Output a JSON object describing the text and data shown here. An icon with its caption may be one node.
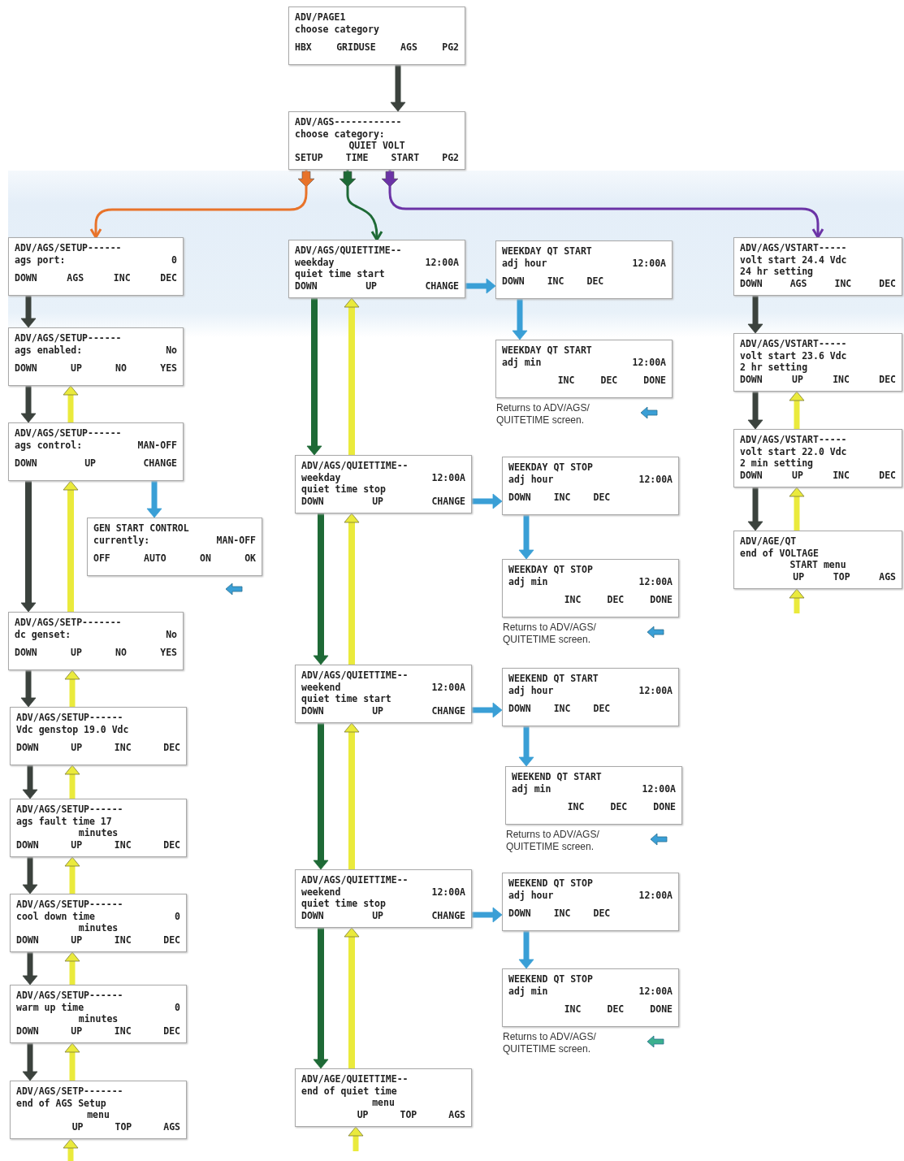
{
  "diagram": {
    "nodes": [
      {
        "text": [
          "ADV/PAGE1",
          "choose category",
          "HBX GRIDUSE AGS PG2"
        ]
      },
      {
        "text": [
          "ADV/AGS------------",
          "choose category:",
          "QUIET VOLT",
          "SETUP TIME START PG2"
        ]
      },
      {
        "text": [
          "ADV/AGS/SETUP------",
          "ags port:",
          "0",
          "DOWN AGS INC DEC"
        ]
      },
      {
        "text": [
          "ADV/AGS/SETUP------",
          "ags enabled:",
          "No",
          "DOWN UP NO YES"
        ]
      },
      {
        "text": [
          "ADV/AGS/SETUP------",
          "ags control:",
          "MAN-OFF",
          "DOWN UP CHANGE"
        ]
      },
      {
        "text": [
          "GEN START CONTROL",
          "currently:",
          "MAN-OFF",
          "OFF AUTO ON OK"
        ]
      },
      {
        "text": [
          "ADV/AGS/SETP-------",
          "dc genset:",
          "No",
          "DOWN UP NO YES"
        ]
      },
      {
        "text": [
          "ADV/AGS/SETUP------",
          "Vdc genstop 19.0 Vdc",
          "DOWN UP INC DEC"
        ]
      },
      {
        "text": [
          "ADV/AGS/SETUP------",
          "ags fault time 17",
          "minutes",
          "DOWN UP INC DEC"
        ]
      },
      {
        "text": [
          "ADV/AGS/SETUP------",
          "cool down time",
          "0",
          "minutes",
          "DOWN UP INC DEC"
        ]
      },
      {
        "text": [
          "ADV/AGS/SETUP------",
          "warm up time",
          "0",
          "minutes",
          "DOWN UP INC DEC"
        ]
      },
      {
        "text": [
          "ADV/AGS/SETP-------",
          "end of AGS Setup",
          "menu",
          "UP TOP AGS"
        ]
      },
      {
        "text": [
          "ADV/AGS/QUIETTIME--",
          "weekday",
          "12:00A",
          "quiet time start",
          "DOWN UP CHANGE"
        ]
      },
      {
        "text": [
          "ADV/AGS/QUIETTIME--",
          "weekday",
          "12:00A",
          "quiet time stop",
          "DOWN UP CHANGE"
        ]
      },
      {
        "text": [
          "ADV/AGS/QUIETTIME--",
          "weekend",
          "12:00A",
          "quiet time start",
          "DOWN UP CHANGE"
        ]
      },
      {
        "text": [
          "ADV/AGS/QUIETTIME--",
          "weekend",
          "12:00A",
          "quiet time stop",
          "DOWN UP CHANGE"
        ]
      },
      {
        "text": [
          "ADV/AGE/QUIETTIME--",
          "end of quiet time",
          "menu",
          "UP TOP AGS"
        ]
      },
      {
        "text": [
          "WEEKDAY QT START",
          "adj hour",
          "12:00A",
          "DOWN INC DEC"
        ]
      },
      {
        "text": [
          "WEEKDAY QT START",
          "adj min",
          "12:00A",
          "INC DEC DONE"
        ],
        "beside": [
          "Returns to ADV/AGS/ QUITETIME screen."
        ]
      },
      {
        "text": [
          "WEEKDAY QT STOP",
          "adj hour",
          "12:00A",
          "DOWN INC DEC"
        ]
      },
      {
        "text": [
          "WEEKDAY QT STOP",
          "adj min",
          "12:00A",
          "INC DEC DONE"
        ],
        "beside": [
          "Returns to ADV/AGS/ QUITETIME screen."
        ]
      },
      {
        "text": [
          "WEEKEND QT START",
          "adj hour",
          "12:00A",
          "DOWN INC DEC"
        ]
      },
      {
        "text": [
          "WEEKEND QT START",
          "adj min",
          "12:00A",
          "INC DEC DONE"
        ],
        "beside": [
          "Returns to ADV/AGS/ QUITETIME screen."
        ]
      },
      {
        "text": [
          "WEEKEND QT STOP",
          "adj hour",
          "12:00A",
          "DOWN INC DEC"
        ]
      },
      {
        "text": [
          "WEEKEND QT STOP",
          "adj min",
          "12:00A",
          "INC DEC DONE"
        ],
        "beside": [
          "Returns to ADV/AGS/ QUITETIME screen."
        ]
      },
      {
        "text": [
          "ADV/AGS/VSTART-----",
          "volt start 24.4 Vdc",
          "24 hr setting",
          "DOWN AGS INC DEC"
        ]
      },
      {
        "text": [
          "ADV/AGS/VSTART-----",
          "volt start 23.6 Vdc",
          "2 hr setting",
          "DOWN UP INC DEC"
        ]
      },
      {
        "text": [
          "ADV/AGS/VSTART-----",
          "volt start 22.0 Vdc",
          "2 min setting",
          "DOWN UP INC DEC"
        ]
      },
      {
        "text": [
          "ADV/AGE/QT",
          "end of VOLTAGE",
          "START menu",
          "UP TOP AGS"
        ]
      }
    ],
    "edges": [
      {
        "from": 0,
        "to": 1,
        "arrow": "to",
        "color": "#3b423d"
      },
      {
        "from": 1,
        "to": 2,
        "arrow": "to",
        "color": "#e8732a"
      },
      {
        "from": 1,
        "to": 12,
        "arrow": "to",
        "color": "#1e6a36"
      },
      {
        "from": 1,
        "to": 25,
        "arrow": "to",
        "color": "#6b33a6"
      },
      {
        "from": 2,
        "to": 3,
        "arrow": "to",
        "color": "#3b423d"
      },
      {
        "from": 3,
        "to": 4,
        "arrow": "to",
        "color": "#3b423d"
      },
      {
        "from": 4,
        "to": 3,
        "arrow": "to"
      },
      {
        "from": 4,
        "to": 5,
        "arrow": "to",
        "color": "#3a9fd6"
      },
      {
        "from": 4,
        "to": 6,
        "arrow": "to",
        "color": "#3b423d"
      },
      {
        "from": 6,
        "to": 4,
        "arrow": "to"
      },
      {
        "from": 6,
        "to": 7,
        "arrow": "to",
        "color": "#3b423d"
      },
      {
        "from": 7,
        "to": 6,
        "arrow": "to"
      },
      {
        "from": 7,
        "to": 8,
        "arrow": "to",
        "color": "#3b423d"
      },
      {
        "from": 8,
        "to": 7,
        "arrow": "to"
      },
      {
        "from": 8,
        "to": 9,
        "arrow": "to",
        "color": "#3b423d"
      },
      {
        "from": 9,
        "to": 8,
        "arrow": "to"
      },
      {
        "from": 9,
        "to": 10,
        "arrow": "to",
        "color": "#3b423d"
      },
      {
        "from": 10,
        "to": 9,
        "arrow": "to"
      },
      {
        "from": 10,
        "to": 11,
        "arrow": "to",
        "color": "#3b423d"
      },
      {
        "from": 11,
        "to": 10,
        "arrow": "to"
      },
      {
        "from": null,
        "to": 11,
        "arrow": "to"
      },
      {
        "from": 12,
        "to": 13,
        "arrow": "to",
        "color": "#1e6a36"
      },
      {
        "from": 13,
        "to": 12,
        "arrow": "to"
      },
      {
        "from": 12,
        "to": 17,
        "arrow": "to",
        "color": "#3a9fd6"
      },
      {
        "from": 13,
        "to": 14,
        "arrow": "to",
        "color": "#1e6a36"
      },
      {
        "from": 14,
        "to": 13,
        "arrow": "to"
      },
      {
        "from": 13,
        "to": 19,
        "arrow": "to",
        "color": "#3a9fd6"
      },
      {
        "from": 14,
        "to": 15,
        "arrow": "to",
        "color": "#1e6a36"
      },
      {
        "from": 15,
        "to": 14,
        "arrow": "to"
      },
      {
        "from": 14,
        "to": 21,
        "arrow": "to",
        "color": "#3a9fd6"
      },
      {
        "from": 15,
        "to": 16,
        "arrow": "to",
        "color": "#1e6a36"
      },
      {
        "from": 16,
        "to": 15,
        "arrow": "to"
      },
      {
        "from": 15,
        "to": 23,
        "arrow": "to",
        "color": "#3a9fd6"
      },
      {
        "from": null,
        "to": 16,
        "arrow": "to"
      },
      {
        "from": 17,
        "to": 18,
        "arrow": "to",
        "color": "#3a9fd6"
      },
      {
        "from": 19,
        "to": 20,
        "arrow": "to",
        "color": "#3a9fd6"
      },
      {
        "from": 21,
        "to": 22,
        "arrow": "to",
        "color": "#3a9fd6"
      },
      {
        "from": 23,
        "to": 24,
        "arrow": "to",
        "color": "#3a9fd6"
      },
      {
        "from": 25,
        "to": 26,
        "arrow": "to",
        "color": "#3b423d"
      },
      {
        "from": 26,
        "to": 27,
        "arrow": "to",
        "color": "#3b423d"
      },
      {
        "from": 27,
        "to": 26,
        "arrow": "to"
      },
      {
        "from": 27,
        "to": 28,
        "arrow": "to",
        "color": "#3b423d"
      },
      {
        "from": 28,
        "to": 27,
        "arrow": "to"
      },
      {
        "from": null,
        "to": 28,
        "arrow": "to"
      }
    ]
  }
}
